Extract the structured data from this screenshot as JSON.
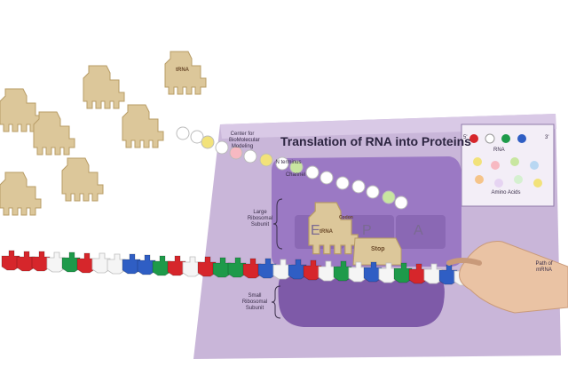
{
  "board": {
    "title": "Translation of RNA into Proteins",
    "logo_caption": "Center for BioMolecular Modeling",
    "n_terminus": "N terminus",
    "channel": "Channel",
    "large_subunit": "Large Ribosomal Subunit",
    "small_subunit": "Small Ribosomal Subunit",
    "site_e": "E",
    "site_p": "P",
    "site_a": "A",
    "trna_label": "tRNA",
    "codon_label": "Codon",
    "stop_label": "Stop",
    "path_label": "Path of mRNA",
    "legend_rna": "RNA",
    "legend_amino": "Amino Acids",
    "legend_5": "5'",
    "legend_3": "3'"
  },
  "loose_pieces": {
    "trna_label": "tRNA"
  },
  "colors": {
    "board": "#c9b6d9",
    "ribosome": "#9b79c4",
    "ribosome_dark": "#7e5aa8",
    "trna": "#dcc79a",
    "mrna_red": "#d6262b",
    "mrna_green": "#1e9a4a",
    "mrna_blue": "#2f5ec4",
    "mrna_white": "#f5f5f5"
  }
}
